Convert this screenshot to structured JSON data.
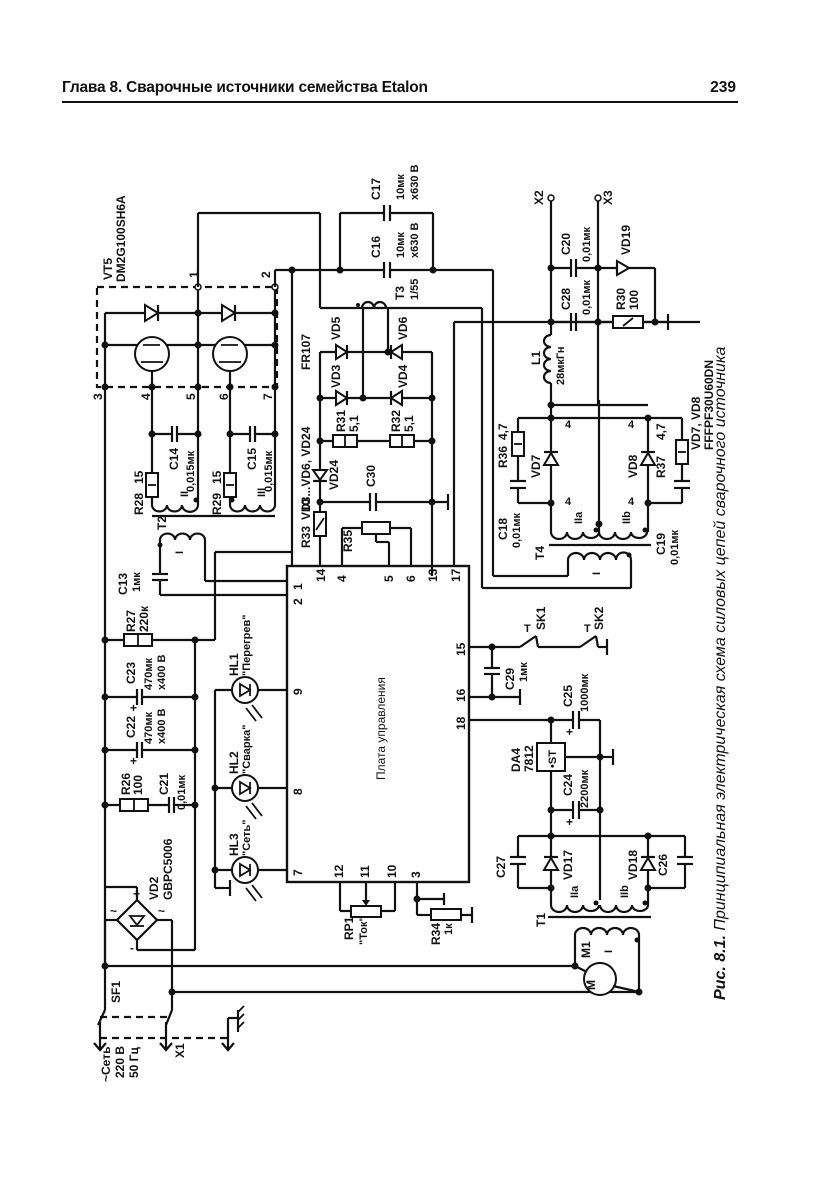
{
  "header": {
    "chapter_title": "Глава 8. Сварочные источники семейства Etalon",
    "page_number": "239"
  },
  "figure": {
    "caption_label": "Рис. 8.1.",
    "caption_text": "Принципиальная электрическая схема силовых цепей сварочного источника"
  },
  "labels": {
    "vt5_name": "VT5",
    "vt5_part": "DM2G100SH6A",
    "vt5_pins": [
      "1",
      "2",
      "3",
      "4",
      "5",
      "6",
      "7"
    ],
    "c17_name": "C17",
    "c17_value": "10мк",
    "c17_voltage": "x630 В",
    "c16_name": "C16",
    "c16_value": "10мк",
    "c16_voltage": "x630 В",
    "t3_name": "T3",
    "t3_ratio": "1/55",
    "x2": "X2",
    "x3": "X3",
    "c20_name": "C20",
    "c20_value": "0,01мк",
    "vd19": "VD19",
    "c28_name": "C28",
    "c28_value": "0,01мк",
    "r30_name": "R30",
    "r30_value": "100",
    "l1_name": "L1",
    "l1_value": "28мкГн",
    "vd7_vd8_name": "VD7, VD8",
    "vd7_vd8_part": "FFFPF30U60DN",
    "vd_group_name": "VD3...VD6, VD24",
    "vd_group_part": "FR107",
    "vd3": "VD3",
    "vd4": "VD4",
    "vd5": "VD5",
    "vd6": "VD6",
    "vd24": "VD24",
    "r31_name": "R31",
    "r31_value": "5,1",
    "r32_name": "R32",
    "r32_value": "5,1",
    "c30": "C30",
    "r33_name": "R33",
    "r33_value": "10",
    "r35": "R35",
    "r36_name": "R36",
    "r36_value": "4,7",
    "r37_name": "R37",
    "r37_value": "4,7",
    "vd7": "VD7",
    "vd8": "VD8",
    "c18_name": "C18",
    "c18_value": "0,01мк",
    "c19_name": "C19",
    "c19_value": "0,01мк",
    "t4": "T4",
    "winding_IIa": "IIa",
    "winding_IIb": "IIb",
    "winding_I": "I",
    "winding_II": "II",
    "winding_III": "III",
    "pin_4": "4",
    "c14_name": "C14",
    "c14_value": "0,015мк",
    "c15_name": "C15",
    "c15_value": "0,015мк",
    "r28_name": "R28",
    "r28_value": "15",
    "r29_name": "R29",
    "r29_value": "15",
    "t2": "T2",
    "c13_name": "C13",
    "c13_value": "1мк",
    "r27_name": "R27",
    "r27_value": "220к",
    "c23_name": "C23",
    "c23_value": "470мк",
    "c23_voltage": "x400 В",
    "c22_name": "C22",
    "c22_value": "470мк",
    "c22_voltage": "x400 В",
    "r26_name": "R26",
    "r26_value": "100",
    "c21_name": "C21",
    "c21_value": "0,01мк",
    "vd2_name": "VD2",
    "vd2_part": "GBPC5006",
    "sf1": "SF1",
    "mains_1": "~Сеть",
    "mains_2": "220 В",
    "mains_3": "50 Гц",
    "x1": "X1",
    "hl1_name": "HL1",
    "hl1_caption": "\"Перегрев\"",
    "hl2_name": "HL2",
    "hl2_caption": "\"Сварка\"",
    "hl3_name": "HL3",
    "hl3_caption": "\"Сеть\"",
    "board_name": "Плата управления",
    "board_pins": {
      "p1": "1",
      "p2": "2",
      "p14": "14",
      "p4": "4",
      "p5": "5",
      "p6": "6",
      "p13": "13",
      "p17": "17",
      "p9": "9",
      "p8": "8",
      "p7": "7",
      "p15": "15",
      "p16": "16",
      "p18": "18",
      "p12": "12",
      "p11": "11",
      "p10": "10",
      "p3": "3"
    },
    "rp1_name": "RP1",
    "rp1_caption": "\"Ток\"",
    "r34_name": "R34",
    "r34_value": "1к",
    "sk1": "SK1",
    "sk2": "SK2",
    "thermal_mark": "T",
    "c29_name": "C29",
    "c29_value": "1мк",
    "c25_name": "C25",
    "c25_value": "1000мк",
    "da4_name": "DA4",
    "da4_part": "7812",
    "da4_mark": "•ST",
    "c24_name": "C24",
    "c24_value": "2200мк",
    "c27": "C27",
    "c26": "C26",
    "vd17": "VD17",
    "vd18": "VD18",
    "t1": "T1",
    "m1_name": "M1",
    "m1_mark": "M",
    "plus": "+",
    "minus": "-",
    "tilde": "~"
  }
}
